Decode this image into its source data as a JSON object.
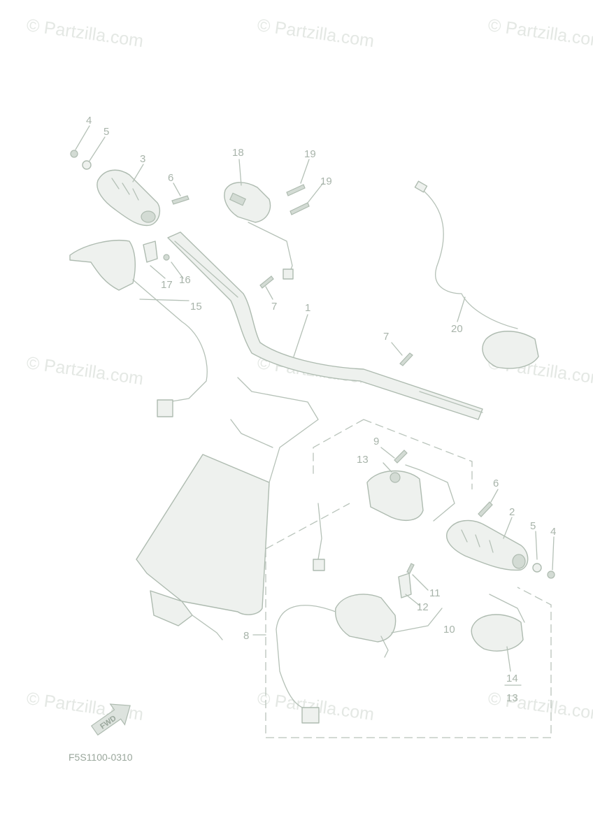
{
  "watermark": "© Partzilla.com",
  "diagram_code": "F5S1100-0310",
  "fwd_label": "FWD",
  "callouts": [
    "4",
    "5",
    "3",
    "6",
    "18",
    "19",
    "19",
    "17",
    "16",
    "15",
    "7",
    "1",
    "20",
    "7",
    "9",
    "13",
    "6",
    "2",
    "5",
    "4",
    "11",
    "12",
    "10",
    "8",
    "14",
    "13"
  ]
}
